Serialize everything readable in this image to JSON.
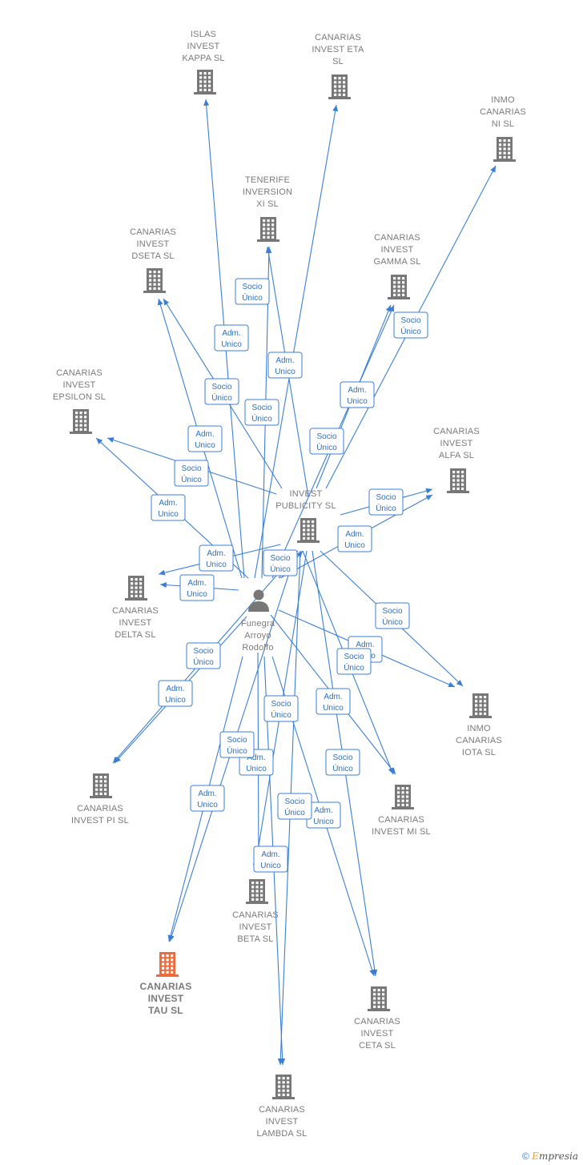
{
  "colors": {
    "edge": "#3b7fd4",
    "building": "#777777",
    "focus": "#f06a3c",
    "person": "#777777"
  },
  "footer": {
    "copyright": "©",
    "brand_e": "E",
    "brand_rest": "mpresia"
  },
  "nodes": [
    {
      "id": "islas_kappa",
      "kind": "company",
      "lines": [
        "ISLAS",
        "INVEST",
        "KAPPA  SL"
      ]
    },
    {
      "id": "canarias_eta",
      "kind": "company",
      "lines": [
        "CANARIAS",
        "INVEST ETA",
        "SL"
      ]
    },
    {
      "id": "inmo_ni",
      "kind": "company",
      "lines": [
        "INMO",
        "CANARIAS",
        "NI  SL"
      ]
    },
    {
      "id": "tenerife_xi",
      "kind": "company",
      "lines": [
        "TENERIFE",
        "INVERSION",
        "XI  SL"
      ]
    },
    {
      "id": "canarias_dseta",
      "kind": "company",
      "lines": [
        "CANARIAS",
        "INVEST",
        "DSETA  SL"
      ]
    },
    {
      "id": "canarias_gamma",
      "kind": "company",
      "lines": [
        "CANARIAS",
        "INVEST",
        "GAMMA  SL"
      ]
    },
    {
      "id": "canarias_epsilon",
      "kind": "company",
      "lines": [
        "CANARIAS",
        "INVEST",
        "EPSILON  SL"
      ]
    },
    {
      "id": "canarias_alfa",
      "kind": "company",
      "lines": [
        "CANARIAS",
        "INVEST",
        "ALFA  SL"
      ]
    },
    {
      "id": "invest_publicity",
      "kind": "company",
      "lines": [
        "INVEST",
        "PUBLICITY  SL"
      ]
    },
    {
      "id": "canarias_delta",
      "kind": "company",
      "lines": [
        "CANARIAS",
        "INVEST",
        "DELTA  SL"
      ]
    },
    {
      "id": "funegra",
      "kind": "person",
      "lines": [
        "Funegra",
        "Arroyo",
        "Rodolfo"
      ]
    },
    {
      "id": "inmo_iota",
      "kind": "company",
      "lines": [
        "INMO",
        "CANARIAS",
        "IOTA  SL"
      ]
    },
    {
      "id": "canarias_pi",
      "kind": "company",
      "lines": [
        "CANARIAS",
        "INVEST PI  SL"
      ]
    },
    {
      "id": "canarias_mi",
      "kind": "company",
      "lines": [
        "CANARIAS",
        "INVEST MI  SL"
      ]
    },
    {
      "id": "canarias_beta",
      "kind": "company",
      "lines": [
        "CANARIAS",
        "INVEST",
        "BETA  SL"
      ]
    },
    {
      "id": "canarias_tau",
      "kind": "focus",
      "lines": [
        "CANARIAS",
        "INVEST",
        "TAU  SL"
      ]
    },
    {
      "id": "canarias_ceta",
      "kind": "company",
      "lines": [
        "CANARIAS",
        "INVEST",
        "CETA  SL"
      ]
    },
    {
      "id": "canarias_lambda",
      "kind": "company",
      "lines": [
        "CANARIAS",
        "INVEST",
        "LAMBDA  SL"
      ]
    }
  ],
  "relations": [
    {
      "from": "invest_publicity",
      "to": "islas_kappa",
      "lines": [
        "Socio",
        "Único"
      ]
    },
    {
      "from": "funegra",
      "to": "islas_kappa",
      "lines": [
        "Adm.",
        "Unico"
      ]
    },
    {
      "from": "invest_publicity",
      "to": "canarias_eta",
      "lines": [
        "Socio",
        "Único"
      ]
    },
    {
      "from": "funegra",
      "to": "canarias_eta",
      "lines": [
        "Adm.",
        "Unico"
      ]
    },
    {
      "from": "invest_publicity",
      "to": "inmo_ni",
      "lines": [
        "Socio",
        "Único"
      ]
    },
    {
      "from": "invest_publicity",
      "to": "tenerife_xi",
      "lines": [
        "Socio",
        "Único"
      ]
    },
    {
      "from": "funegra",
      "to": "tenerife_xi",
      "lines": [
        "Adm.",
        "Unico"
      ]
    },
    {
      "from": "invest_publicity",
      "to": "canarias_dseta",
      "lines": [
        "Socio",
        "Único"
      ]
    },
    {
      "from": "funegra",
      "to": "canarias_dseta",
      "lines": [
        "Adm.",
        "Unico"
      ]
    },
    {
      "from": "invest_publicity",
      "to": "canarias_gamma",
      "lines": [
        "Socio",
        "Único"
      ]
    },
    {
      "from": "funegra",
      "to": "canarias_gamma",
      "lines": [
        "Adm.",
        "Unico"
      ]
    },
    {
      "from": "invest_publicity",
      "to": "canarias_epsilon",
      "lines": [
        "Socio",
        "Único"
      ]
    },
    {
      "from": "funegra",
      "to": "canarias_epsilon",
      "lines": [
        "Adm.",
        "Unico"
      ]
    },
    {
      "from": "invest_publicity",
      "to": "canarias_alfa",
      "lines": [
        "Socio",
        "Único"
      ]
    },
    {
      "from": "funegra",
      "to": "canarias_alfa",
      "lines": [
        "Adm.",
        "Unico"
      ]
    },
    {
      "from": "funegra",
      "to": "invest_publicity",
      "lines": [
        "Adm.",
        "Unico"
      ]
    },
    {
      "from": "invest_publicity",
      "to": "canarias_delta",
      "lines": [
        "Socio",
        "Único"
      ]
    },
    {
      "from": "funegra",
      "to": "canarias_delta",
      "lines": [
        "Adm.",
        "Unico"
      ]
    },
    {
      "from": "invest_publicity",
      "to": "inmo_iota",
      "lines": [
        "Socio",
        "Único"
      ]
    },
    {
      "from": "funegra",
      "to": "inmo_iota",
      "lines": [
        "Adm.",
        "Unico"
      ]
    },
    {
      "from": "invest_publicity",
      "to": "canarias_pi",
      "lines": [
        "Socio",
        "Único"
      ]
    },
    {
      "from": "funegra",
      "to": "canarias_pi",
      "lines": [
        "Adm.",
        "Unico"
      ]
    },
    {
      "from": "invest_publicity",
      "to": "canarias_mi",
      "lines": [
        "Socio",
        "Único"
      ]
    },
    {
      "from": "funegra",
      "to": "canarias_mi",
      "lines": [
        "Adm.",
        "Unico"
      ]
    },
    {
      "from": "invest_publicity",
      "to": "canarias_beta",
      "lines": [
        "Socio",
        "Único"
      ]
    },
    {
      "from": "funegra",
      "to": "canarias_beta",
      "lines": [
        "Adm.",
        "Unico"
      ]
    },
    {
      "from": "invest_publicity",
      "to": "canarias_tau",
      "lines": [
        "Socio",
        "Único"
      ]
    },
    {
      "from": "funegra",
      "to": "canarias_tau",
      "lines": [
        "Adm.",
        "Unico"
      ]
    },
    {
      "from": "invest_publicity",
      "to": "canarias_ceta",
      "lines": [
        "Socio",
        "Único"
      ]
    },
    {
      "from": "funegra",
      "to": "canarias_ceta",
      "lines": [
        "Adm.",
        "Unico"
      ]
    },
    {
      "from": "invest_publicity",
      "to": "canarias_lambda",
      "lines": [
        "Socio",
        "Único"
      ]
    },
    {
      "from": "funegra",
      "to": "canarias_lambda",
      "lines": [
        "Adm.",
        "Unico"
      ]
    }
  ]
}
